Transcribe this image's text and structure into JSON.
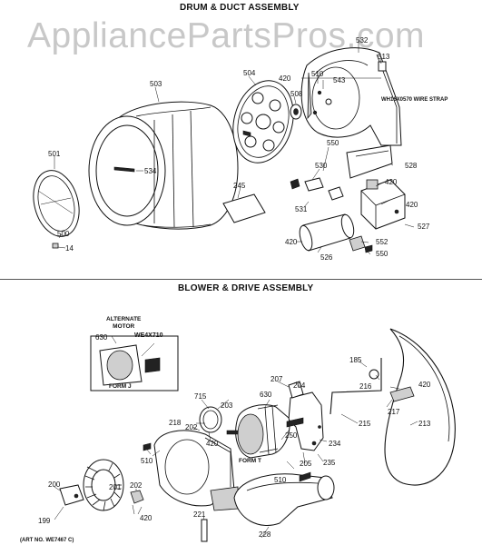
{
  "watermark": "AppliancePartsPros.com",
  "sections": {
    "drum_duct_title": "DRUM & DUCT ASSEMBLY",
    "blower_drive_title": "BLOWER & DRIVE ASSEMBLY"
  },
  "annotations": {
    "wire_strap": "WH16X0570 WIRE STRAP",
    "alternate_motor": "ALTERNATE\nMOTOR",
    "alt_motor_part": "WE4X710",
    "form_j": "FORM J",
    "form_t": "FORM T",
    "art_no": "(ART NO. WE7467 C)"
  },
  "drum_labels": [
    "503",
    "504",
    "532",
    "513",
    "420",
    "510",
    "543",
    "508",
    "534",
    "550",
    "530",
    "528",
    "420",
    "501",
    "245",
    "531",
    "420",
    "527",
    "500",
    "14",
    "420",
    "526",
    "552",
    "550"
  ],
  "blower_labels": [
    "630",
    "185",
    "216",
    "420",
    "207",
    "715",
    "203",
    "630",
    "204",
    "218",
    "202",
    "420",
    "250",
    "217",
    "215",
    "213",
    "234",
    "235",
    "510",
    "205",
    "201",
    "200",
    "202",
    "510",
    "420",
    "199",
    "221",
    "228"
  ]
}
